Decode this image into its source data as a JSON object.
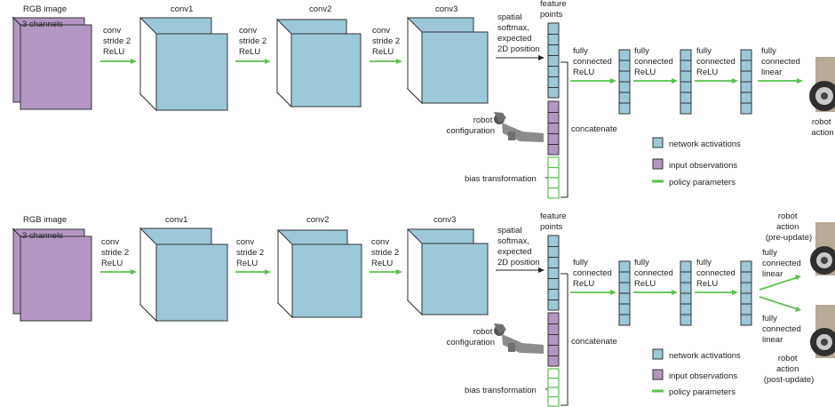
{
  "colors": {
    "activation": "#9cc8d8",
    "input": "#b397c2",
    "parameter": "#5cbf4f",
    "edge": "#333333"
  },
  "top": {
    "rgb_label": "RGB image",
    "channels_label": "3 channels",
    "conv_edge_label": [
      "conv",
      "stride 2",
      "ReLU"
    ],
    "conv1_label": "conv1",
    "conv2_label": "conv2",
    "conv3_label": "conv3",
    "softmax_label": [
      "spatial",
      "softmax,",
      "expected",
      "2D position"
    ],
    "feature_points_label": [
      "feature",
      "points"
    ],
    "fc_relu_label": [
      "fully",
      "connected",
      "ReLU"
    ],
    "fc_linear_label": [
      "fully",
      "connected",
      "linear"
    ],
    "robot_config_label": [
      "robot",
      "configuration"
    ],
    "concatenate_label": "concatenate",
    "bias_label": "bias transformation",
    "robot_action_label": [
      "robot",
      "action"
    ],
    "legend": {
      "activations": "network activations",
      "inputs": "input observations",
      "params": "policy parameters"
    }
  },
  "bottom": {
    "rgb_label": "RGB image",
    "channels_label": "3 channels",
    "conv_edge_label": [
      "conv",
      "stride 2",
      "ReLU"
    ],
    "conv1_label": "conv1",
    "conv2_label": "conv2",
    "conv3_label": "conv3",
    "softmax_label": [
      "spatial",
      "softmax,",
      "expected",
      "2D position"
    ],
    "feature_points_label": [
      "feature",
      "points"
    ],
    "fc_relu_label": [
      "fully",
      "connected",
      "ReLU"
    ],
    "fc_linear_label": [
      "fully",
      "connected",
      "linear"
    ],
    "robot_config_label": [
      "robot",
      "configuration"
    ],
    "concatenate_label": "concatenate",
    "bias_label": "bias transformation",
    "action_pre_label": [
      "robot",
      "action",
      "(pre-update)"
    ],
    "action_post_label": [
      "robot",
      "action",
      "(post-update)"
    ],
    "legend": {
      "activations": "network activations",
      "inputs": "input observations",
      "params": "policy parameters"
    }
  }
}
